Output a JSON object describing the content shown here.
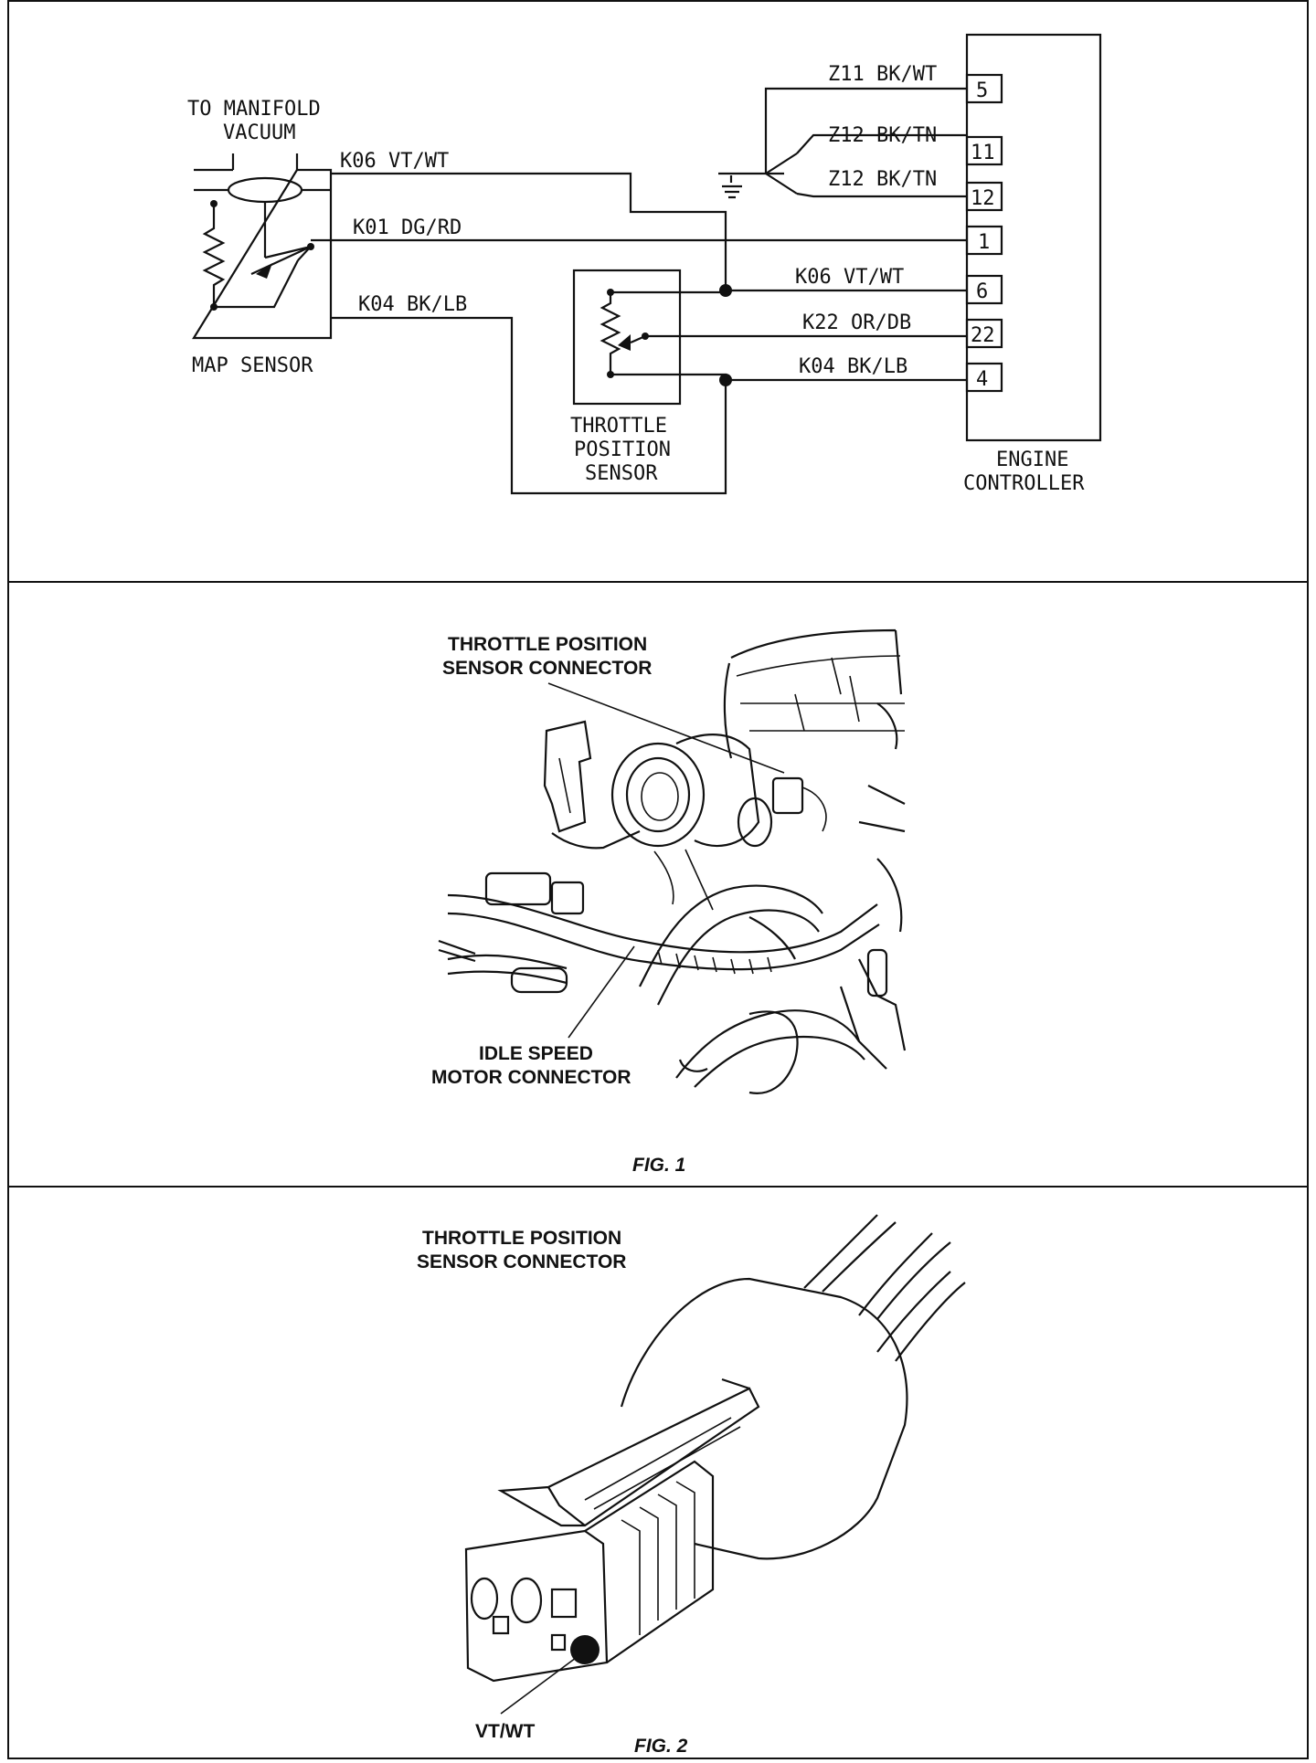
{
  "panel1": {
    "map_sensor": {
      "top_label_1": "TO MANIFOLD",
      "top_label_2": "VACUUM",
      "label": "MAP SENSOR"
    },
    "tps": {
      "label_1": "THROTTLE",
      "label_2": "POSITION",
      "label_3": "SENSOR"
    },
    "controller": {
      "label_1": "ENGINE",
      "label_2": "CONTROLLER"
    },
    "pins": [
      "5",
      "11",
      "12",
      "1",
      "6",
      "22",
      "4"
    ],
    "wires": {
      "z11": "Z11 BK/WT",
      "z12a": "Z12 BK/TN",
      "z12b": "Z12 BK/TN",
      "k06_map": "K06 VT/WT",
      "k01": "K01 DG/RD",
      "k04_map": "K04 BK/LB",
      "k06_tps": "K06 VT/WT",
      "k22": "K22 OR/DB",
      "k04_tps": "K04 BK/LB"
    }
  },
  "panel2": {
    "callout_top_1": "THROTTLE POSITION",
    "callout_top_2": "SENSOR CONNECTOR",
    "callout_bottom_1": "IDLE SPEED",
    "callout_bottom_2": "MOTOR CONNECTOR",
    "caption": "FIG. 1"
  },
  "panel3": {
    "callout_top_1": "THROTTLE POSITION",
    "callout_top_2": "SENSOR CONNECTOR",
    "pin_label": "VT/WT",
    "caption": "FIG. 2"
  }
}
